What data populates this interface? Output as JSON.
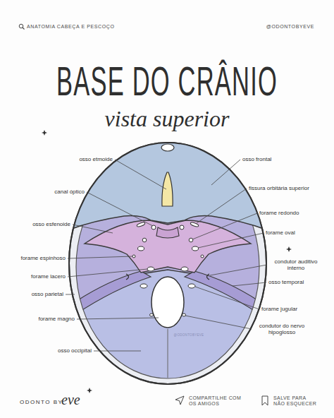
{
  "diagram": {
    "title": "BASE DO CRÂNIO",
    "labels": [
      "ANATOMIA CABEÇA E PESCOÇO",
      "@ODONTOBYEVE",
      "vista superior",
      "osso etmoide",
      "osso frontal",
      "canal óptico",
      "fissura orbitária superior",
      "forame redondo",
      "osso esfenoide",
      "forame oval",
      "forame espinhoso",
      "condutor auditivo interno",
      "forame lacero",
      "osso temporal",
      "osso parietal",
      "forame jugular",
      "forame magno",
      "condutor do nervo hipoglosso",
      "osso occipital",
      "@ODONTOBYEVE",
      "ODONTO BY",
      "eve",
      "COMPARTILHE COM OS AMIGOS",
      "SALVE PARA NÃO ESQUECER"
    ]
  }
}
